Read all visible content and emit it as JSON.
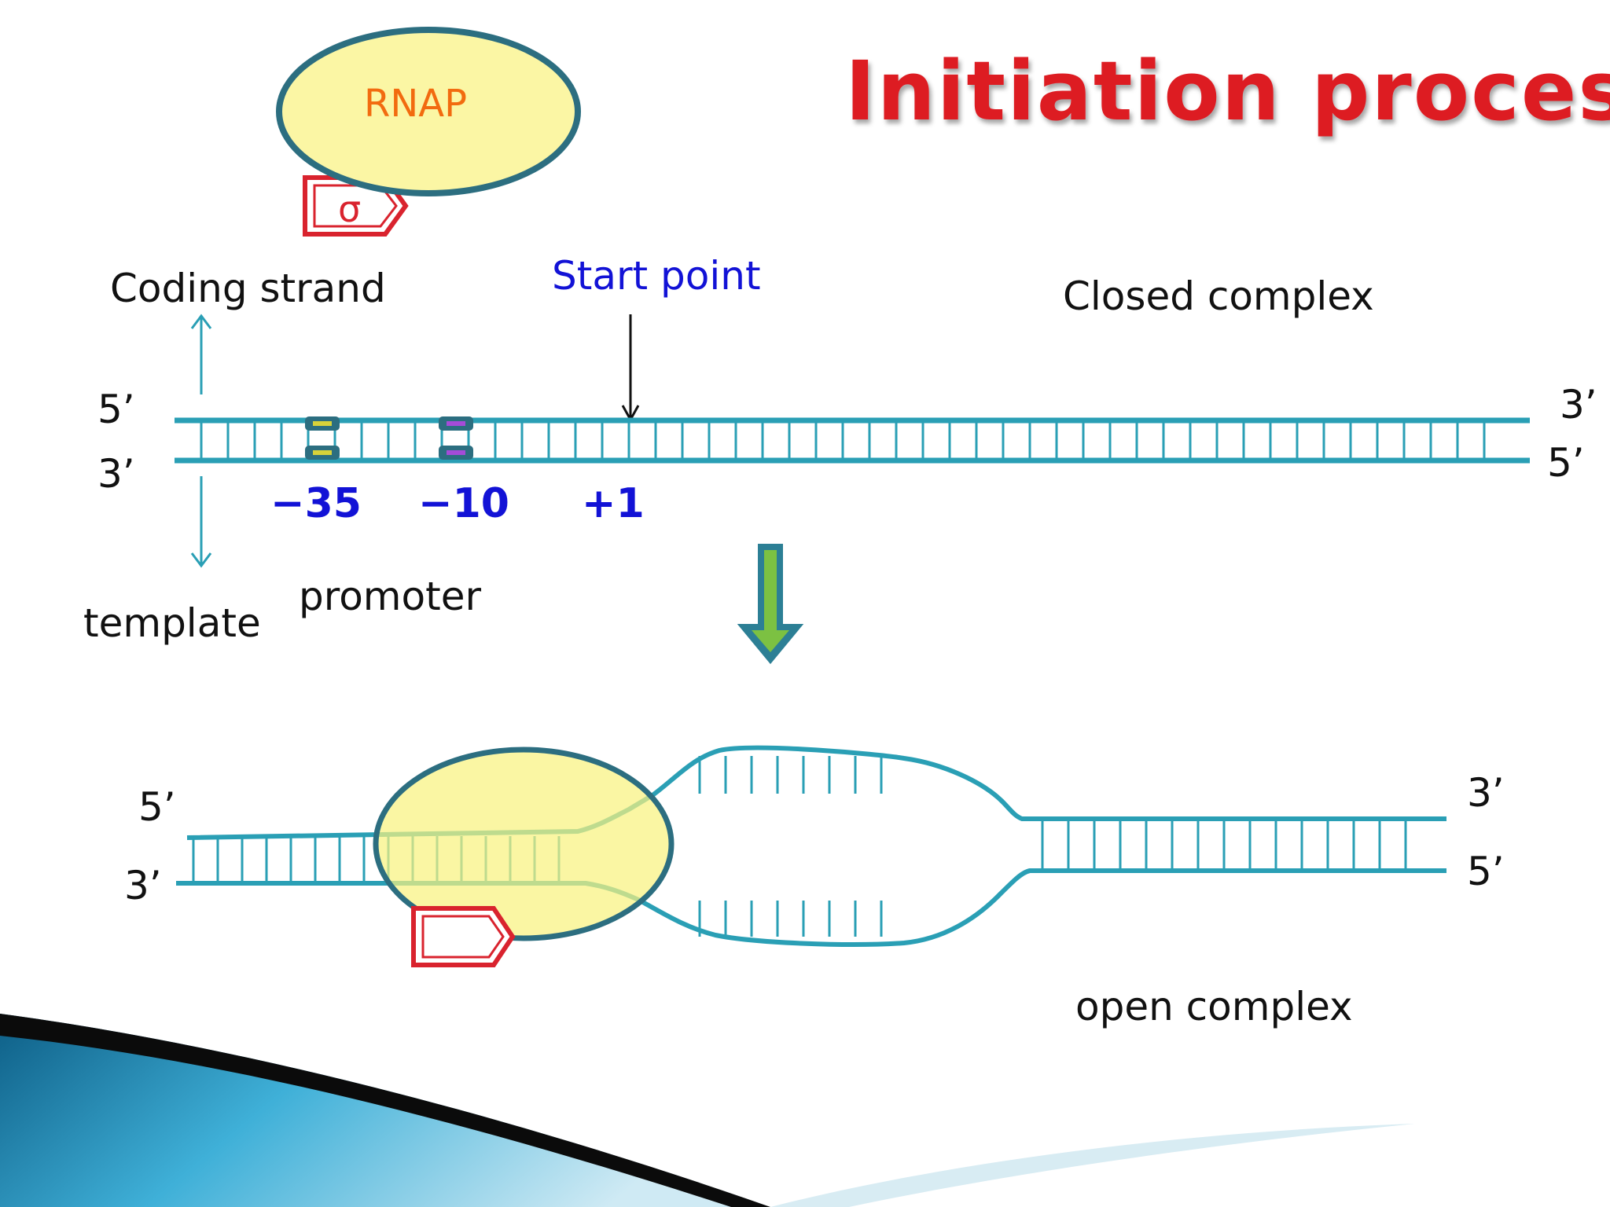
{
  "title": "Initiation process",
  "rnap_label": "RNAP",
  "sigma_label": "σ",
  "coding_strand_label": "Coding strand",
  "template_label": "template",
  "start_point_label": "Start point",
  "closed_complex_label": "Closed complex",
  "open_complex_label": "open complex",
  "promoter_label": "promoter",
  "positions": {
    "minus35": "−35",
    "minus10": "−10",
    "plus1": "+1"
  },
  "ends": {
    "closed_top_left": "5’",
    "closed_bottom_left": "3’",
    "closed_top_right": "3’",
    "closed_bottom_right": "5’",
    "open_top_left": "5’",
    "open_bottom_left": "3’",
    "open_top_right": "3’",
    "open_bottom_right": "5’"
  },
  "colors": {
    "dna": "#2a9fb5",
    "title": "#dd1a22",
    "rnap_text": "#f26b0f",
    "rnap_fill": "#fbf6a4",
    "rnap_stroke": "#2c6e80",
    "sigma": "#d9232e",
    "start_point": "#1212d6",
    "positions": "#1212d6",
    "arrow_fill": "#7cc142",
    "arrow_stroke": "#2c7f95"
  }
}
